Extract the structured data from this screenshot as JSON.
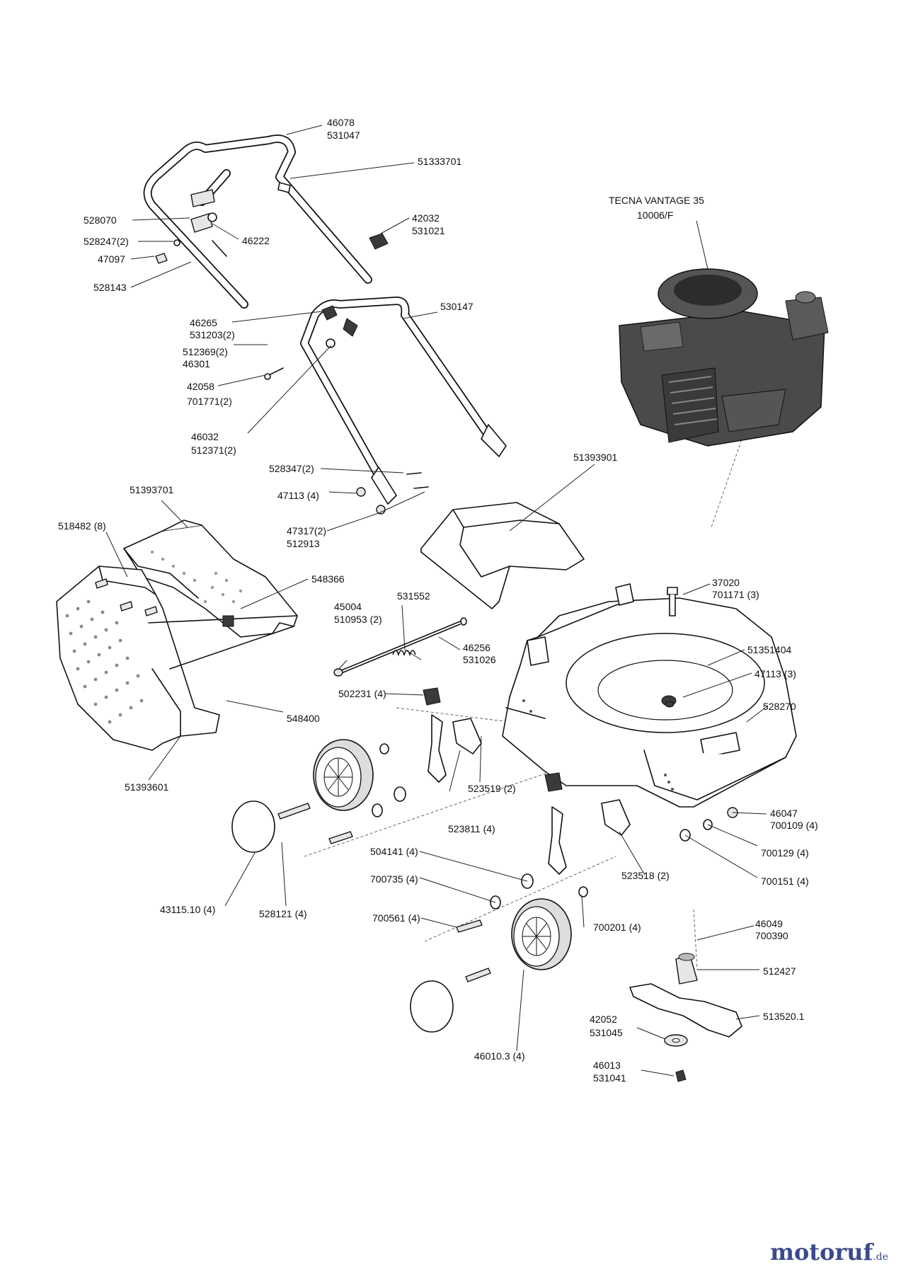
{
  "engine": {
    "model": "TECNA VANTAGE 35",
    "code": "10006/F"
  },
  "labels": {
    "l_46078": "46078",
    "l_531047": "531047",
    "l_51333701": "51333701",
    "l_528070": "528070",
    "l_528247_2": "528247(2)",
    "l_47097": "47097",
    "l_528143": "528143",
    "l_46222": "46222",
    "l_42032": "42032",
    "l_531021": "531021",
    "l_46265": "46265",
    "l_531203_2": "531203(2)",
    "l_512369_2": "512369(2)",
    "l_46301": "46301",
    "l_42058": "42058",
    "l_701771_2": "701771(2)",
    "l_46032": "46032",
    "l_512371_2": "512371(2)",
    "l_530147": "530147",
    "l_528347_2": "528347(2)",
    "l_47113_4": "47113 (4)",
    "l_47317_2": "47317(2)",
    "l_512913": "512913",
    "l_51393901": "51393901",
    "l_51393701": "51393701",
    "l_518482_8": "518482 (8)",
    "l_548366": "548366",
    "l_548400": "548400",
    "l_51393601": "51393601",
    "l_531552": "531552",
    "l_45004": "45004",
    "l_510953_2": "510953 (2)",
    "l_46256": "46256",
    "l_531026": "531026",
    "l_37020": "37020",
    "l_701171_3": "701171 (3)",
    "l_51351404": "51351404",
    "l_47113_3": "47113 (3)",
    "l_528270": "528270",
    "l_502231_4": "502231 (4)",
    "l_523519_2": "523519 (2)",
    "l_523811_4": "523811 (4)",
    "l_46047": "46047",
    "l_700109_4": "700109 (4)",
    "l_700129_4": "700129 (4)",
    "l_700151_4": "700151 (4)",
    "l_523518_2": "523518 (2)",
    "l_504141_4": "504141 (4)",
    "l_700735_4": "700735 (4)",
    "l_700561_4": "700561 (4)",
    "l_700201_4": "700201 (4)",
    "l_43115_10_4": "43115.10 (4)",
    "l_528121_4": "528121 (4)",
    "l_46049": "46049",
    "l_700390": "700390",
    "l_512427": "512427",
    "l_513520_1": "513520.1",
    "l_42052": "42052",
    "l_531045": "531045",
    "l_46010_3_4": "46010.3 (4)",
    "l_46013": "46013",
    "l_531041": "531041"
  },
  "watermark": {
    "text": "motoruf",
    "suffix": ".de",
    "color": "#3b4a8c"
  }
}
